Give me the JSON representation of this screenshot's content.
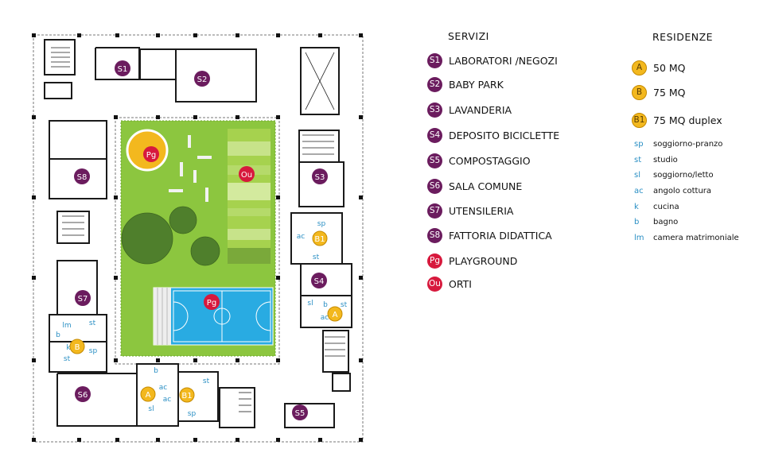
{
  "legend": {
    "servizi_title": "SERVIZI",
    "residenze_title": "RESIDENZE",
    "servizi": [
      {
        "code": "S1",
        "label": "LABORATORI /NEGOZI"
      },
      {
        "code": "S2",
        "label": "BABY PARK"
      },
      {
        "code": "S3",
        "label": "LAVANDERIA"
      },
      {
        "code": "S4",
        "label": "DEPOSITO BICICLETTE"
      },
      {
        "code": "S5",
        "label": "COMPOSTAGGIO"
      },
      {
        "code": "S6",
        "label": "SALA COMUNE"
      },
      {
        "code": "S7",
        "label": "UTENSILERIA"
      },
      {
        "code": "S8",
        "label": "FATTORIA DIDATTICA"
      }
    ],
    "outdoor": [
      {
        "code": "Pg",
        "label": "PLAYGROUND"
      },
      {
        "code": "Ou",
        "label": "ORTI"
      }
    ],
    "residenze": [
      {
        "code": "A",
        "label": "50 MQ"
      },
      {
        "code": "B",
        "label": "75 MQ"
      },
      {
        "code": "B1",
        "label": "75 MQ duplex"
      }
    ],
    "abbreviations": [
      {
        "key": "sp",
        "value": "soggiorno-pranzo"
      },
      {
        "key": "st",
        "value": "studio"
      },
      {
        "key": "sl",
        "value": "soggiorno/letto"
      },
      {
        "key": "ac",
        "value": "angolo cottura"
      },
      {
        "key": "k",
        "value": "cucina"
      },
      {
        "key": "b",
        "value": "bagno"
      },
      {
        "key": "lm",
        "value": "camera matrimoniale"
      }
    ]
  },
  "plan": {
    "service_markers": [
      "S1",
      "S2",
      "S3",
      "S4",
      "S5",
      "S6",
      "S7",
      "S8"
    ],
    "outdoor_markers": [
      "Pg",
      "Pg",
      "Ou"
    ],
    "unit_markers": [
      "B1",
      "A",
      "B",
      "A",
      "B1"
    ],
    "room_labels": [
      "sp",
      "ac",
      "st",
      "sl",
      "b",
      "ac",
      "st",
      "lm",
      "st",
      "b",
      "k",
      "sp",
      "st",
      "b",
      "ac",
      "sl",
      "ac",
      "st",
      "sp"
    ],
    "colors": {
      "service": "#6b1c5e",
      "outdoor": "#d7193d",
      "residence": "#f3b81e",
      "lawn": "#8cc63f",
      "court": "#29abe2",
      "wall": "#1a1a1a",
      "room_label": "#2a8fc4"
    }
  }
}
